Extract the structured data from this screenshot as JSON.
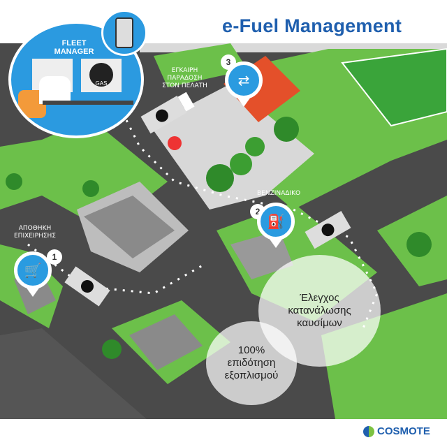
{
  "header": {
    "title": "e-Fuel Management"
  },
  "fleet_manager": {
    "label": "FLEET MANAGER",
    "gauge_label": "GAS"
  },
  "stops": [
    {
      "number": "1",
      "label_line1": "ΑΠΟΘΗΚΗ",
      "label_line2": "ΕΠΙΧΕΙΡΗΣΗΣ",
      "icon": "hand-truck-icon"
    },
    {
      "number": "2",
      "label_line1": "ΒΕΝΖΙΝΑΔΙΚΟ",
      "icon": "fuel-pump-icon"
    },
    {
      "number": "3",
      "label_line1": "ΕΓΚΑΙΡΗ",
      "label_line2": "ΠΑΡΑΔΟΣΗ",
      "label_line3": "ΣΤΟΝ ΠΕΛΑΤΗ",
      "icon": "package-handover-icon"
    }
  ],
  "bubbles": [
    {
      "line1": "Έλεγχος",
      "line2": "κατανάλωσης",
      "line3": "καυσίμων"
    },
    {
      "line1": "100%",
      "line2": "επιδότηση",
      "line3": "εξοπλισμού"
    }
  ],
  "brand": {
    "name": "COSMOTE",
    "color": "#1f5fae"
  },
  "colors": {
    "road": "#4a4a4a",
    "grass": "#6cc04a",
    "pin": "#2a9be0"
  }
}
